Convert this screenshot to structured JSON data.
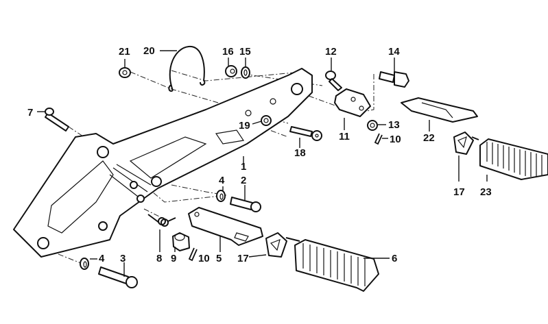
{
  "diagram": {
    "type": "exploded parts diagram",
    "subject": "footrest bracket assembly",
    "callouts": [
      {
        "id": "1",
        "label": "1"
      },
      {
        "id": "2",
        "label": "2"
      },
      {
        "id": "3",
        "label": "3"
      },
      {
        "id": "4a",
        "label": "4"
      },
      {
        "id": "4b",
        "label": "4"
      },
      {
        "id": "5",
        "label": "5"
      },
      {
        "id": "6",
        "label": "6"
      },
      {
        "id": "7",
        "label": "7"
      },
      {
        "id": "8",
        "label": "8"
      },
      {
        "id": "9",
        "label": "9"
      },
      {
        "id": "10a",
        "label": "10"
      },
      {
        "id": "10b",
        "label": "10"
      },
      {
        "id": "11",
        "label": "11"
      },
      {
        "id": "12",
        "label": "12"
      },
      {
        "id": "13",
        "label": "13"
      },
      {
        "id": "14",
        "label": "14"
      },
      {
        "id": "15",
        "label": "15"
      },
      {
        "id": "16",
        "label": "16"
      },
      {
        "id": "17a",
        "label": "17"
      },
      {
        "id": "17b",
        "label": "17"
      },
      {
        "id": "18",
        "label": "18"
      },
      {
        "id": "19",
        "label": "19"
      },
      {
        "id": "20",
        "label": "20"
      },
      {
        "id": "21",
        "label": "21"
      },
      {
        "id": "22",
        "label": "22"
      },
      {
        "id": "23",
        "label": "23"
      }
    ]
  }
}
